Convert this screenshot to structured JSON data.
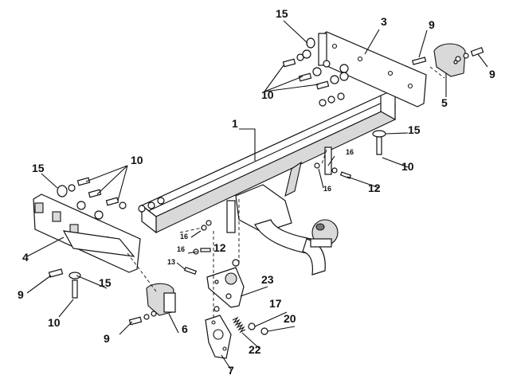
{
  "callouts": {
    "c1": "1",
    "c3": "3",
    "c4": "4",
    "c5": "5",
    "c6": "6",
    "c7": "7",
    "c9a": "9",
    "c9b": "9",
    "c9c": "9",
    "c9d": "9",
    "c10a": "10",
    "c10b": "10",
    "c10c": "10",
    "c10d": "10",
    "c12a": "12",
    "c12b": "12",
    "c13": "13",
    "c15a": "15",
    "c15b": "15",
    "c15c": "15",
    "c15d": "15",
    "c16a": "16",
    "c16b": "16",
    "c16c": "16",
    "c16d": "16",
    "c17": "17",
    "c20": "20",
    "c22": "22",
    "c23": "23"
  }
}
